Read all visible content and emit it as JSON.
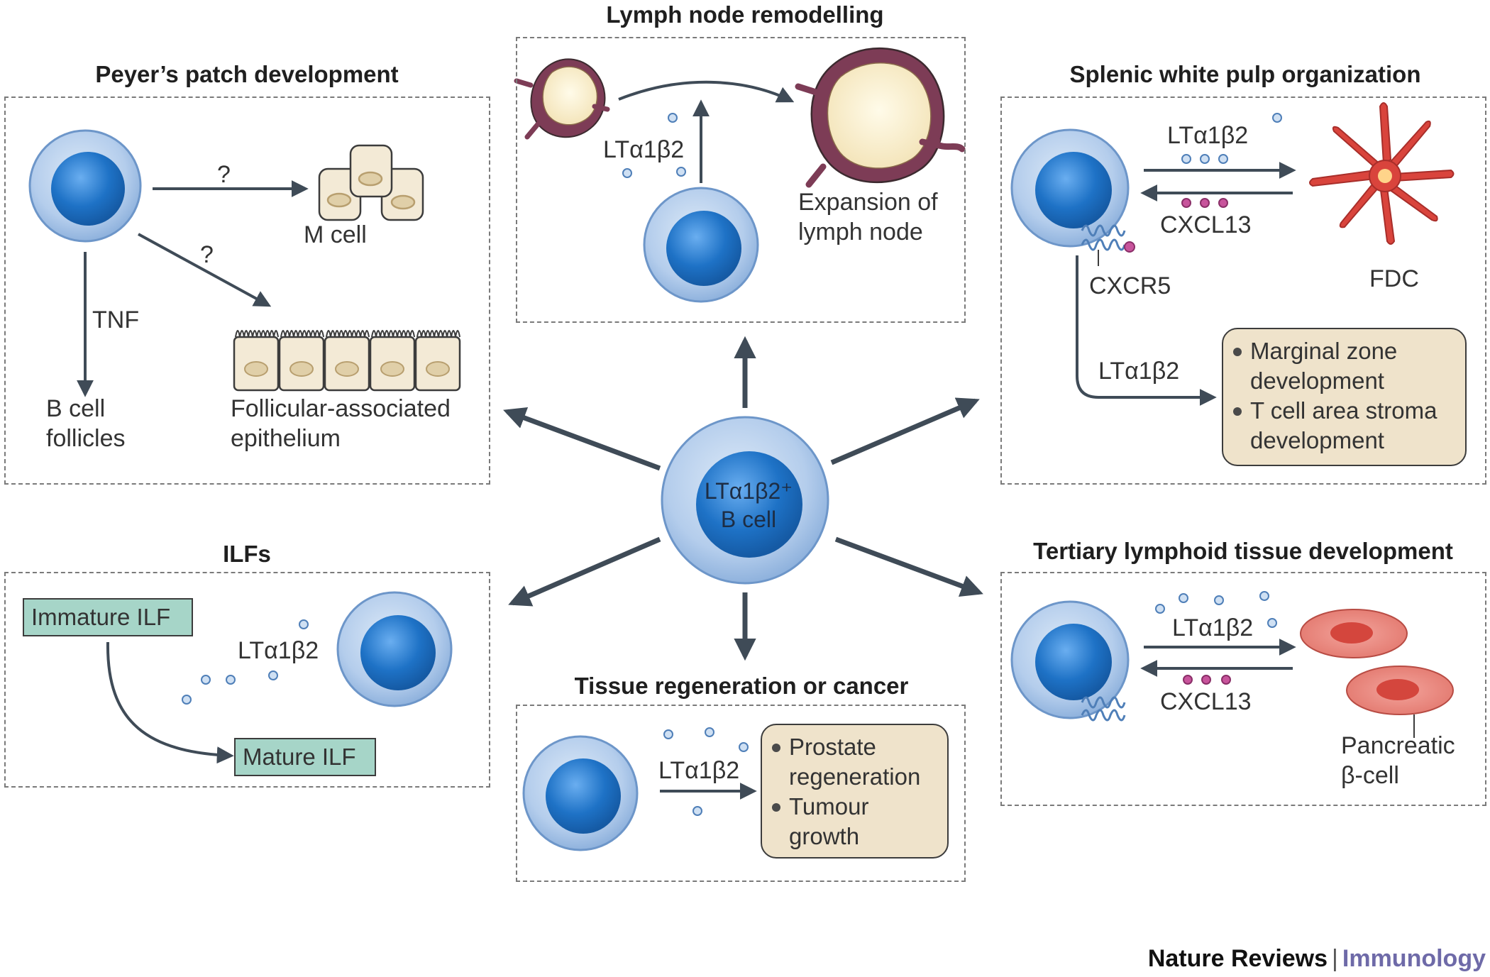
{
  "center": {
    "label_line1": "LTα1β2⁺",
    "label_line2": "B cell"
  },
  "panels": {
    "peyers": {
      "title": "Peyer’s patch development",
      "q1": "?",
      "q2": "?",
      "m_cell": "M cell",
      "tnf": "TNF",
      "b_cell_follicles_1": "B cell",
      "b_cell_follicles_2": "follicles",
      "fae_1": "Follicular-associated",
      "fae_2": "epithelium"
    },
    "lymph_node": {
      "title": "Lymph node remodelling",
      "lt": "LTα1β2",
      "expansion_1": "Expansion of",
      "expansion_2": "lymph node"
    },
    "spleen": {
      "title": "Splenic white pulp organization",
      "lt_top": "LTα1β2",
      "cxcl13": "CXCL13",
      "cxcr5": "CXCR5",
      "fdc": "FDC",
      "lt_bottom": "LTα1β2",
      "bullets": [
        "Marginal zone\ndevelopment",
        "T cell area stroma\ndevelopment"
      ]
    },
    "ilfs": {
      "title": "ILFs",
      "immature": "Immature ILF",
      "mature": "Mature ILF",
      "lt": "LTα1β2"
    },
    "regeneration": {
      "title": "Tissue regeneration or cancer",
      "lt": "LTα1β2",
      "bullets": [
        "Prostate\nregeneration",
        "Tumour\ngrowth"
      ]
    },
    "tertiary": {
      "title": "Tertiary lymphoid tissue development",
      "lt": "LTα1β2",
      "cxcl13": "CXCL13",
      "pancreatic_1": "Pancreatic",
      "pancreatic_2": "β-cell"
    }
  },
  "credit": {
    "journal": "Nature Reviews",
    "separator": "|",
    "section": "Immunology"
  },
  "colors": {
    "arrow": "#3f4b57",
    "cell_outer": "#a9c6e8",
    "cell_core": "#1a70c4",
    "tan_box": "#efe3cb",
    "teal_box": "#a6d5c8",
    "ligand_dot": "#cfe0f3",
    "cxcl13_dot": "#c8549c",
    "fdc": "#d9443c",
    "beta_cell": "#e97a72"
  }
}
